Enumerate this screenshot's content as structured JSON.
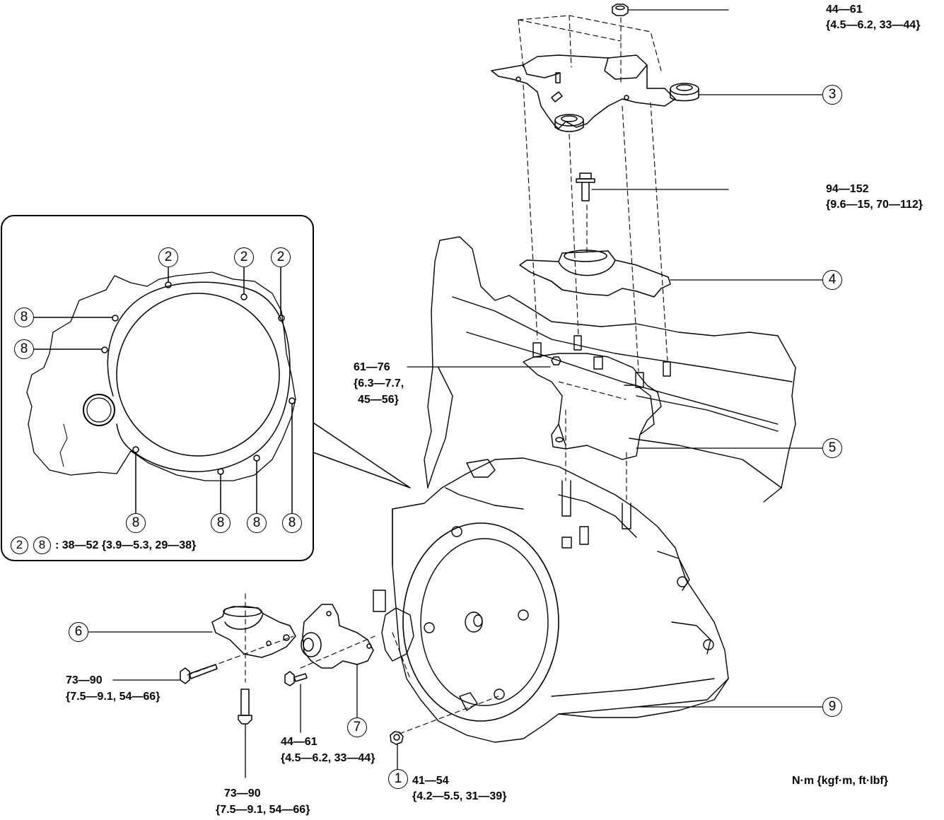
{
  "detail": {
    "callouts": [
      "2",
      "2",
      "2",
      "8",
      "8",
      "8",
      "8",
      "8",
      "8"
    ],
    "legend_refs": [
      "2",
      "8"
    ],
    "legend_text": ": 38—52 {3.9—5.3, 29—38}"
  },
  "parts": {
    "p1": "1",
    "p3": "3",
    "p4": "4",
    "p5": "5",
    "p6": "6",
    "p7": "7",
    "p9": "9"
  },
  "torques": {
    "t_top_1": "44—61",
    "t_top_2": "{4.5—6.2, 33—44}",
    "t_bolt_1": "94—152",
    "t_bolt_2": "{9.6—15, 70—112}",
    "t_mid_1": "61—76",
    "t_mid_2": "{6.3—7.7,",
    "t_mid_3": "45—56}",
    "t_m6h_1": "73—90",
    "t_m6h_2": "{7.5—9.1, 54—66}",
    "t_m6v_1": "73—90",
    "t_m6v_2": "{7.5—9.1, 54—66}",
    "t_m7_1": "44—61",
    "t_m7_2": "{4.5—6.2, 33—44}",
    "t_m1_1": "41—54",
    "t_m1_2": "{4.2—5.5, 31—39}"
  },
  "units": "N·m  {kgf·m, ft·lbf}",
  "icons": [
    "transaxle-icon",
    "mount-bracket-icon",
    "bolt-icon",
    "nut-icon"
  ],
  "colors": {
    "ink": "#000000",
    "paper": "#ffffff"
  }
}
